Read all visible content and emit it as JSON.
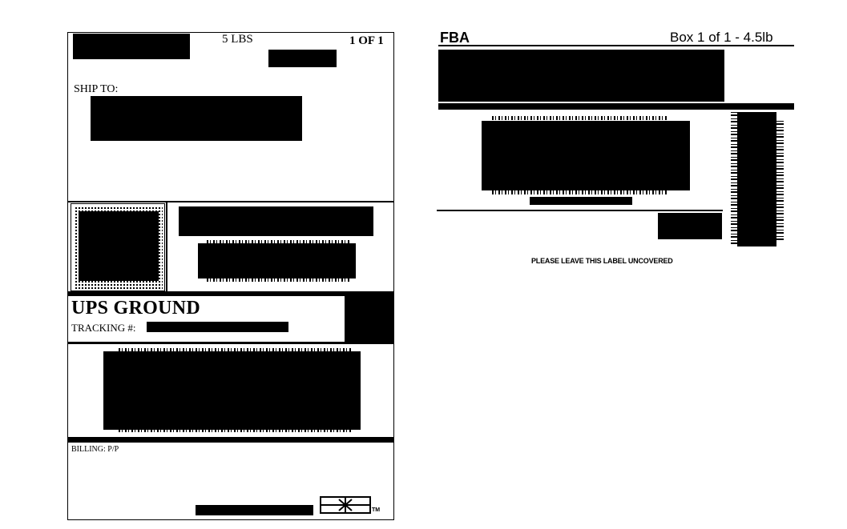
{
  "ups_label": {
    "weight": "5 LBS",
    "package_count": "1 OF 1",
    "ship_to_label": "SHIP TO:",
    "service": "UPS GROUND",
    "tracking_label": "TRACKING #:",
    "billing": "BILLING: P/P",
    "trademark": "TM"
  },
  "fba_label": {
    "title": "FBA",
    "box_info": "Box 1 of 1 - 4.5lb",
    "notice": "PLEASE LEAVE THIS LABEL UNCOVERED"
  }
}
